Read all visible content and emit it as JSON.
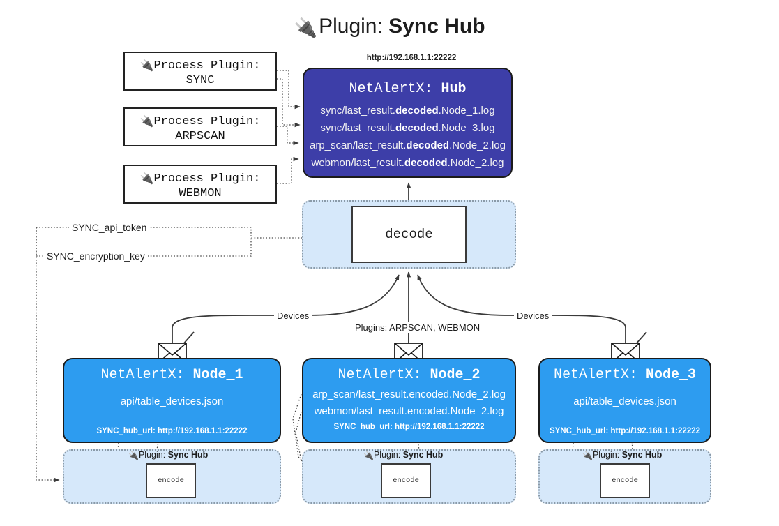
{
  "title": {
    "icon": "plug-icon",
    "prefix": "Plugin:",
    "name": "Sync Hub"
  },
  "process_plugins": [
    {
      "icon": "plug-icon",
      "label": "Process Plugin:",
      "name": "SYNC"
    },
    {
      "icon": "plug-icon",
      "label": "Process Plugin:",
      "name": "ARPSCAN"
    },
    {
      "icon": "plug-icon",
      "label": "Process Plugin:",
      "name": "WEBMON"
    }
  ],
  "hub": {
    "url": "http://192.168.1.1:22222",
    "title_prefix": "NetAlertX:",
    "title_name": "Hub",
    "lines": [
      {
        "pre": "sync/last_result.",
        "bold": "decoded",
        "post": ".Node_1.log"
      },
      {
        "pre": "sync/last_result.",
        "bold": "decoded",
        "post": ".Node_3.log"
      },
      {
        "pre": "arp_scan/last_result.",
        "bold": "decoded",
        "post": ".Node_2.log"
      },
      {
        "pre": "webmon/last_result.",
        "bold": "decoded",
        "post": ".Node_2.log"
      }
    ]
  },
  "decode": {
    "label": "decode"
  },
  "tokens": [
    {
      "label": "SYNC_api_token"
    },
    {
      "label": "SYNC_encryption_key"
    }
  ],
  "edge_labels": {
    "devices_left": "Devices",
    "devices_right": "Devices",
    "plugins_center": "Plugins: ARPSCAN, WEBMON"
  },
  "nodes": [
    {
      "title_prefix": "NetAlertX:",
      "title_name": "Node_1",
      "lines": [
        "api/table_devices.json"
      ],
      "url_key": "SYNC_hub_url:",
      "url_value": "http://192.168.1.1:22222"
    },
    {
      "title_prefix": "NetAlertX:",
      "title_name": "Node_2",
      "lines": [
        "arp_scan/last_result.encoded.Node_2.log",
        "webmon/last_result.encoded.Node_2.log"
      ],
      "url_key": "SYNC_hub_url:",
      "url_value": "http://192.168.1.1:22222"
    },
    {
      "title_prefix": "NetAlertX:",
      "title_name": "Node_3",
      "lines": [
        "api/table_devices.json"
      ],
      "url_key": "SYNC_hub_url:",
      "url_value": "http://192.168.1.1:22222"
    }
  ],
  "plugin_bands": [
    {
      "icon": "plug-icon",
      "prefix": "Plugin:",
      "name": "Sync Hub",
      "encode": "encode"
    },
    {
      "icon": "plug-icon",
      "prefix": "Plugin:",
      "name": "Sync Hub",
      "encode": "encode"
    },
    {
      "icon": "plug-icon",
      "prefix": "Plugin:",
      "name": "Sync Hub",
      "encode": "encode"
    }
  ],
  "colors": {
    "hub_fill": "#3d3ea8",
    "node_fill": "#2d9cf0",
    "band_fill": "#d6e8fa",
    "stroke": "#1b1b1b"
  },
  "icons": {
    "envelope": "envelope-icon",
    "plug": "plug-icon"
  }
}
